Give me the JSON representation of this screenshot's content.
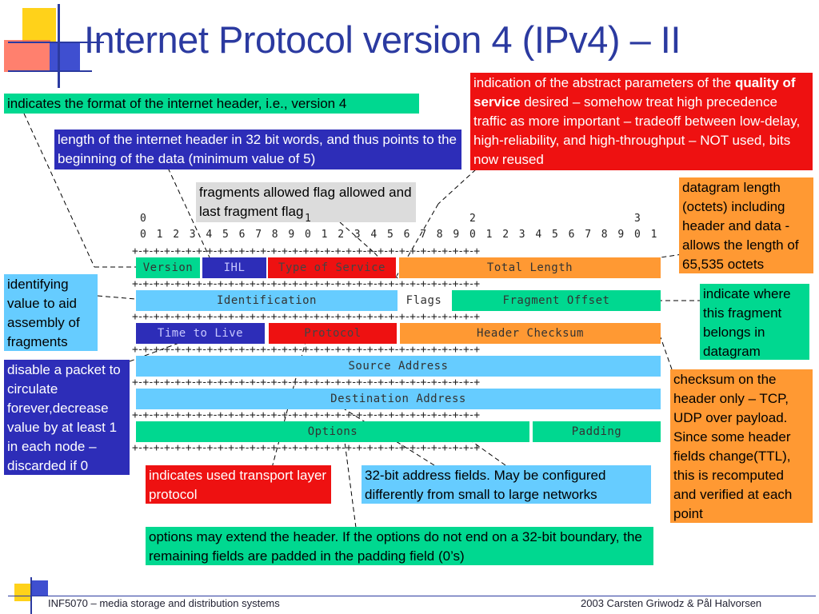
{
  "title": "Internet Protocol version 4 (IPv4) – II",
  "bit_numbers": {
    "tens": [
      "0",
      "1",
      "2",
      "3"
    ],
    "units": [
      "0",
      "1",
      "2",
      "3",
      "4",
      "5",
      "6",
      "7",
      "8",
      "9",
      "0",
      "1",
      "2",
      "3",
      "4",
      "5",
      "6",
      "7",
      "8",
      "9",
      "0",
      "1",
      "2",
      "3",
      "4",
      "5",
      "6",
      "7",
      "8",
      "9",
      "0",
      "1"
    ]
  },
  "ascii_border": "+-+-+-+-+-+-+-+-+-+-+-+-+-+-+-+-+-+-+-+-+-+-+-+-+-+-+-+-+-+-+-+-+",
  "fields": {
    "version": "Version",
    "ihl": "IHL",
    "tos": "Type of Service",
    "total_length": "Total Length",
    "identification": "Identification",
    "flags": "Flags",
    "fragment_offset": "Fragment Offset",
    "ttl": "Time to Live",
    "protocol": "Protocol",
    "header_checksum": "Header Checksum",
    "source_address": "Source Address",
    "destination_address": "Destination Address",
    "options": "Options",
    "padding": "Padding"
  },
  "notes": {
    "version": "indicates the format of the internet header, i.e., version 4",
    "ihl": "length of the internet header in 32 bit words, and thus points to the beginning of the data (minimum value of 5)",
    "tos_line1": "indication of the abstract parameters of the",
    "tos_bold": "quality of service",
    "tos_rest": " desired – somehow treat high precedence traffic as more important – tradeoff between low-delay, high-reliability, and high-throughput – NOT used, bits now reused",
    "flags": "fragments allowed flag allowed and last fragment flag",
    "total_length": "datagram length (octets) including header and data - allows the length of 65,535 octets",
    "fragment_offset": "indicate where this fragment belongs in datagram",
    "identification": "identifying value to aid assembly of fragments",
    "ttl": "disable a packet to circulate forever,decrease value by at least 1 in each node – discarded if 0",
    "checksum": "checksum on the header only – TCP, UDP over payload. Since some header fields change(TTL), this is recomputed and verified at each point",
    "protocol": "indicates used transport layer protocol",
    "address": "32-bit address fields. May be configured differently from small to large networks",
    "options": "options may extend the header. If the options do not end on a 32-bit boundary, the remaining fields are padded in the padding field (0’s)"
  },
  "footer": {
    "course": "INF5070 – media storage and distribution systems",
    "authors": "2003  Carsten Griwodz & Pål Halvorsen"
  },
  "colors": {
    "title": "#2b3aa0",
    "green": "#00d890",
    "blue": "#2d2db8",
    "red": "#ee1111",
    "orange": "#ff9933",
    "cyan": "#66ccff",
    "grey": "#dcdcdc"
  }
}
